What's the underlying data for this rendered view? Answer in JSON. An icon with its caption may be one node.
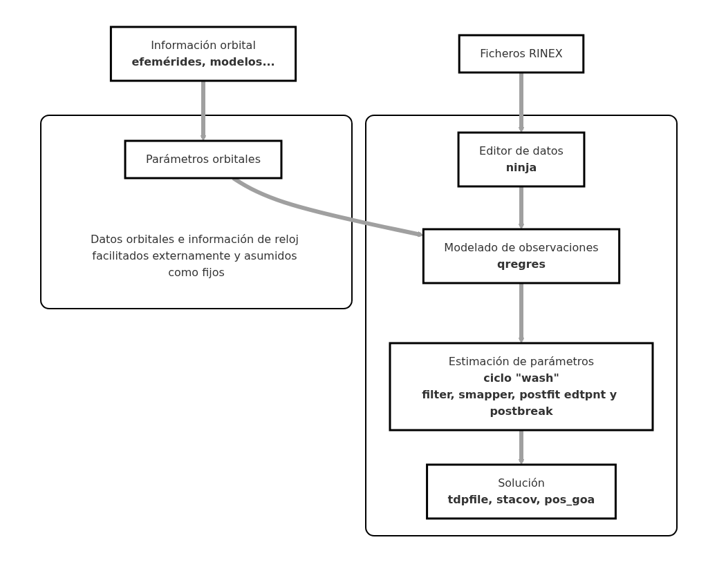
{
  "diagram": {
    "nodes": [
      {
        "text": [
          "Ficheros RINEX"
        ]
      },
      {
        "text": [],
        "shape": "box"
      },
      {
        "text": [
          "Editor de datos",
          "ninja"
        ],
        "in": 1
      },
      {
        "text": [
          "Modelado de observaciones",
          "qregres"
        ],
        "in": 1
      },
      {
        "text": [
          "Estimación de parámetros",
          "ciclo \"wash\"",
          "filter, smapper, postfit edtpnt y postbreak"
        ],
        "in": 1
      },
      {
        "text": [
          "Solución",
          "tdpfile, stacov, pos_goa"
        ],
        "in": 1
      },
      {
        "text": [
          "Información orbital",
          "efemérides, modelos..."
        ]
      },
      {
        "text": [
          "Datos orbitales e información de reloj facilitados externamente y asumidos como fijos"
        ]
      },
      {
        "text": [
          "Parámetros orbitales"
        ],
        "in": 7
      }
    ],
    "edges": [
      {
        "from": 0,
        "to": 2,
        "arrow": "to"
      },
      {
        "from": 2,
        "to": 3,
        "arrow": "to"
      },
      {
        "from": 3,
        "to": 4,
        "arrow": "to"
      },
      {
        "from": 4,
        "to": 5,
        "arrow": "to"
      },
      {
        "from": 6,
        "to": 8,
        "arrow": "to"
      },
      {
        "from": 8,
        "to": 3,
        "arrow": "to"
      }
    ]
  }
}
